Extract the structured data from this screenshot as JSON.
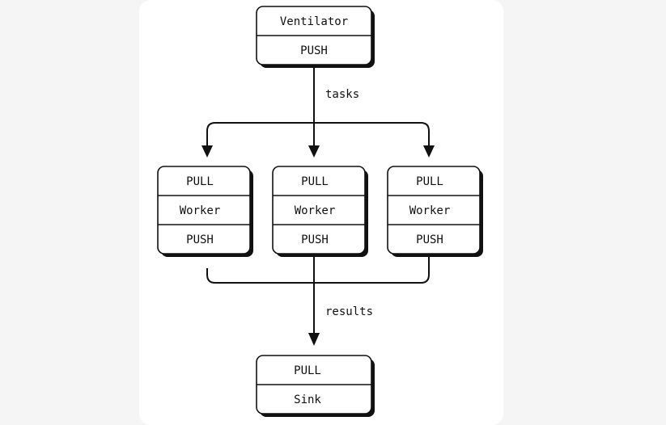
{
  "diagram": {
    "ventilator": {
      "title": "Ventilator",
      "socket": "PUSH"
    },
    "workers": [
      {
        "in": "PULL",
        "title": "Worker",
        "out": "PUSH"
      },
      {
        "in": "PULL",
        "title": "Worker",
        "out": "PUSH"
      },
      {
        "in": "PULL",
        "title": "Worker",
        "out": "PUSH"
      }
    ],
    "sink": {
      "socket": "PULL",
      "title": "Sink"
    },
    "edges": {
      "tasks": "tasks",
      "results": "results"
    }
  }
}
